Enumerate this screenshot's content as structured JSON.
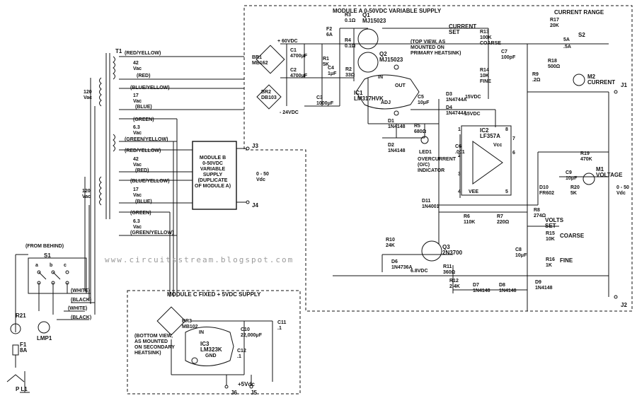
{
  "watermark": "www.circuitsstream.blogspot.com",
  "modules": {
    "a": "MODULE A 0-50VDC VARIABLE SUPPLY",
    "b": "MODULE B\n0-50VDC\nVARIABLE\nSUPPLY\n(DUPLICATE\nOF MODULE A)",
    "c": "MODULE C FIXED + 5VDC SUPPLY"
  },
  "transformer": {
    "t1": "T1",
    "primary1": "120\nVac",
    "primary2": "120\nVac",
    "w1a": "(RED/YELLOW)",
    "w1b": "42\nVac",
    "w1c": "(RED)",
    "w2a": "(BLUE/YELLOW)",
    "w2b": "17\nVac",
    "w2c": "(BLUE)",
    "w3a": "(GREEN)",
    "w3b": "6.3\nVac",
    "w3c": "(GREEN/YELLOW)",
    "w4a": "(RED/YELLOW)",
    "w4b": "42\nVac",
    "w4c": "(RED)",
    "w5a": "(BLUE/YELLOW)",
    "w5b": "17\nVac",
    "w5c": "(BLUE)",
    "w6a": "(GREEN)",
    "w6b": "6.3\nVac",
    "w6c": "(GREEN/YELLOW)"
  },
  "switch": {
    "from_behind": "(FROM BEHIND)",
    "s1": "S1",
    "white1": "(WHITE)",
    "black1": "(BLACK)",
    "white2": "(WHITE)",
    "black2": "(BLACK)",
    "a": "a",
    "b": "b",
    "c": "c"
  },
  "mains": {
    "r21": "R21",
    "f1": "F1\n8A",
    "lmp1": "LMP1",
    "pl1": "P L1"
  },
  "module_a": {
    "br1": "BR1\nMB162",
    "br2": "BR2\nDB103",
    "plus60": "+ 60VDC",
    "minus24": "- 24VDC",
    "c1": "C1\n4700μF",
    "c2": "C2\n4700μF",
    "c3": "C3\n1000μF",
    "c4": "C4\n1μF",
    "f2": "F2\n6A",
    "r1": "R1\n5K",
    "r3": "R3\n0.1Ω",
    "r4": "R4\n0.1Ω",
    "r2": "R2\n33Ω",
    "q1": "Q1\nMJ15023",
    "q2": "Q2\nMJ15023",
    "ic1": "IC1\nLM317HVK",
    "topview": "(TOP VIEW, AS\nMOUNTED ON\nPRIMARY HEATSINK)",
    "in": "IN",
    "out": "OUT",
    "adj": "ADJ",
    "current_set": "CURRENT\nSET",
    "r13": "R13\n100K\nCOARSE",
    "r14": "R14\n10K\nFINE",
    "c7": "C7\n100pF",
    "c5": "C5\n10μF",
    "d3": "D3\n1N4744A",
    "d4": "D4\n1N4744A",
    "v15a": "15VDC",
    "v15b": "15VDC",
    "d1": "D1\n1N4148",
    "d2": "D2\n1N4148",
    "r5": "R5\n680Ω",
    "led1": "LED1",
    "overcurrent": "OVERCURRENT\n(O/C)\nINDICATOR",
    "c6": "C6\n.001",
    "ic2": "IC2\nLF357A",
    "p1": "1",
    "p2": "2",
    "p3": "3",
    "p4": "4",
    "p5": "5",
    "p6": "6",
    "p7": "7",
    "p8": "8",
    "vcc": "Vcc",
    "vee": "VEE",
    "d11": "D11\n1N4001",
    "r6": "R6\n110K",
    "r7": "R7\n220Ω",
    "r8": "R8\n274Ω",
    "volts_set": "VOLTS\nSET",
    "coarse": "COARSE",
    "fine": "FINE",
    "r15": "R15\n10K",
    "r16": "R16\n1K",
    "c8": "C8\n10μF",
    "r10": "R10\n24K",
    "q3": "Q3\n2N3700",
    "d6": "D6\n1N4736A",
    "v68": "6.8VDC",
    "r11": "R11\n360Ω",
    "r12": "R12\n2.4K",
    "d7": "D7\n1N4148",
    "d8": "D8\n1N4148",
    "d9": "D9\n1N4148",
    "current_range": "CURRENT RANGE",
    "r17": "R17\n20K",
    "r18": "R18\n500Ω",
    "s2": "S2",
    "a5": "5A",
    "a05": ".5A",
    "r9": "R9\n.2Ω",
    "m2": "M2\nCURRENT",
    "m1": "M1\nVOLTAGE",
    "r19": "R19\n470K",
    "c9": "C9\n10μF",
    "r20": "R20\n5K",
    "d10": "D10\nFR602",
    "j1": "J1",
    "j2": "J2",
    "out_range": "0 - 50\nVdc"
  },
  "module_b_pins": {
    "j3": "J3",
    "j4": "J4",
    "range": "0 - 50\nVdc"
  },
  "module_c": {
    "br3": "BR3\nMB102",
    "c10": "C10\n22,000μF",
    "c11": "C11\n.1",
    "c12": "C12\n.1",
    "ic3": "IC3\nLM323K",
    "in": "IN",
    "gnd": "GND",
    "bottomview": "(BOTTOM VIEW,\nAS MOUNTED\nON SECONDARY\nHEATSINK)",
    "v5": "+5Vdc",
    "j6": "J6",
    "j5": "J5"
  }
}
